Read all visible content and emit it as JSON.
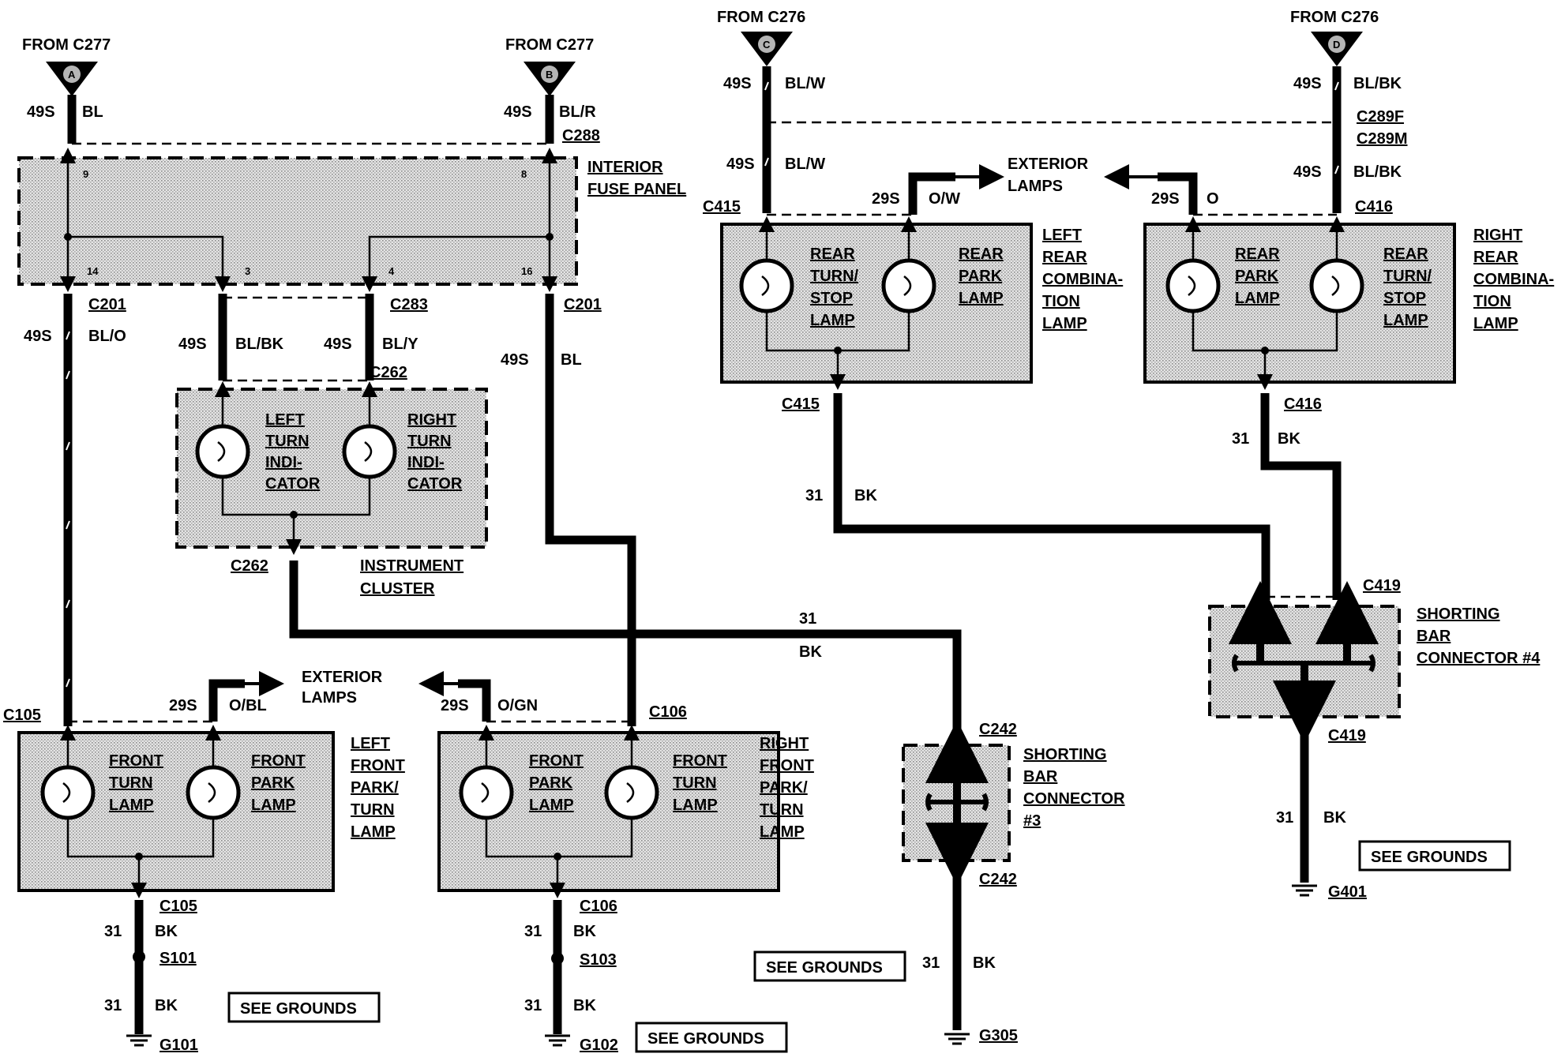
{
  "inputs": {
    "a": {
      "from": "FROM C277",
      "letter": "A",
      "circuit": "49S",
      "color": "BL"
    },
    "b": {
      "from": "FROM C277",
      "letter": "B",
      "circuit": "49S",
      "color": "BL/R",
      "connector": "C288"
    },
    "c": {
      "from": "FROM C276",
      "letter": "C",
      "circuit": "49S",
      "color": "BL/W"
    },
    "d": {
      "from": "FROM C276",
      "letter": "D",
      "circuit": "49S",
      "color": "BL/BK"
    }
  },
  "fuse_panel": {
    "title_line1": "INTERIOR",
    "title_line2": "FUSE PANEL",
    "pins": [
      "9",
      "8",
      "14",
      "3",
      "4",
      "16"
    ]
  },
  "cluster": {
    "title_line1": "INSTRUMENT",
    "title_line2": "CLUSTER",
    "left": [
      "LEFT",
      "TURN",
      "INDI-",
      "CATOR"
    ],
    "right": [
      "RIGHT",
      "TURN",
      "INDI-",
      "CATOR"
    ],
    "conn_top": "C262",
    "conn_bottom": "C262"
  },
  "wires": {
    "bl_o": {
      "connector": "C201",
      "circuit": "49S",
      "color": "BL/O"
    },
    "bl": {
      "connector": "C201",
      "circuit": "49S",
      "color": "BL"
    },
    "bl_bk": {
      "circuit": "49S",
      "color": "BL/BK"
    },
    "bl_y": {
      "connector": "C283",
      "circuit": "49S",
      "color": "BL/Y"
    },
    "ground_main": {
      "circuit": "31",
      "color": "BK"
    }
  },
  "left_front": {
    "title": [
      "LEFT",
      "FRONT",
      "PARK/",
      "TURN",
      "LAMP"
    ],
    "lamp1": [
      "FRONT",
      "TURN",
      "LAMP"
    ],
    "lamp2": [
      "FRONT",
      "PARK",
      "LAMP"
    ],
    "connector": "C105",
    "ext_circuit": "29S",
    "ext_color": "O/BL",
    "bottom_connector": "C105",
    "splice": "S101",
    "ground": "G101",
    "circuit": "31",
    "color": "BK"
  },
  "right_front": {
    "title": [
      "RIGHT",
      "FRONT",
      "PARK/",
      "TURN",
      "LAMP"
    ],
    "lamp1": [
      "FRONT",
      "PARK",
      "LAMP"
    ],
    "lamp2": [
      "FRONT",
      "TURN",
      "LAMP"
    ],
    "connector": "C106",
    "ext_circuit": "29S",
    "ext_color": "O/GN",
    "bottom_connector": "C106",
    "splice": "S103",
    "ground": "G102",
    "circuit": "31",
    "color": "BK"
  },
  "exterior_lamps": {
    "line1": "EXTERIOR",
    "line2": "LAMPS"
  },
  "shorting3": {
    "title": [
      "SHORTING",
      "BAR",
      "CONNECTOR",
      "#3"
    ],
    "connector_top": "C242",
    "connector_bottom": "C242",
    "ground": "G305",
    "circuit": "31",
    "color": "BK"
  },
  "shorting4": {
    "title": [
      "SHORTING",
      "BAR",
      "CONNECTOR #4"
    ],
    "connector_top": "C419",
    "connector_bottom": "C419",
    "ground": "G401",
    "circuit": "31",
    "color": "BK"
  },
  "left_rear": {
    "title": [
      "LEFT",
      "REAR",
      "COMBINA-",
      "TION",
      "LAMP"
    ],
    "lamp1": [
      "REAR",
      "TURN/",
      "STOP",
      "LAMP"
    ],
    "lamp2": [
      "REAR",
      "PARK",
      "LAMP"
    ],
    "connector": "C415",
    "ext_circuit": "29S",
    "ext_color": "O/W",
    "bottom_connector": "C415",
    "circuit": "31",
    "color": "BK",
    "wire_circuit": "49S",
    "wire_color": "BL/W"
  },
  "right_rear": {
    "title": [
      "RIGHT",
      "REAR",
      "COMBINA-",
      "TION",
      "LAMP"
    ],
    "lamp1": [
      "REAR",
      "PARK",
      "LAMP"
    ],
    "lamp2": [
      "REAR",
      "TURN/",
      "STOP",
      "LAMP"
    ],
    "connector": "C416",
    "ext_circuit": "29S",
    "ext_color": "O",
    "bottom_connector": "C416",
    "circuit": "31",
    "color": "BK",
    "wire_circuit": "49S",
    "wire_color": "BL/BK"
  },
  "c289": {
    "f": "C289F",
    "m": "C289M"
  },
  "see_grounds": "SEE GROUNDS"
}
